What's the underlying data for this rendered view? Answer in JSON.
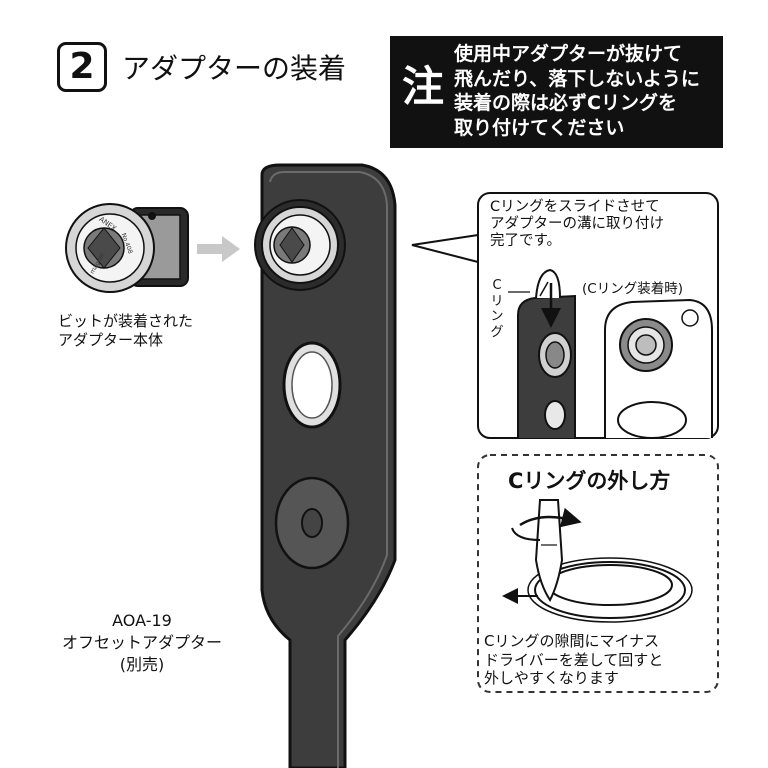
{
  "header": {
    "step_number": "2",
    "step_title": "アダプターの装着"
  },
  "warning": {
    "mark": "注",
    "lines": [
      "使用中アダプターが抜けて",
      "飛んだり、落下しないように",
      "装着の際は必ずCリングを",
      "取り付けてください"
    ]
  },
  "installed_adapter": {
    "lines": [
      "ビットが装着された",
      "アダプター本体"
    ],
    "engraving": [
      "ANEX",
      "No.408",
      "magnet"
    ]
  },
  "slide_callout": {
    "lines": [
      "Cリングをスライドさせて",
      "アダプターの溝に取り付け",
      "完了です。"
    ],
    "c_ring_label": [
      "C",
      "リ",
      "ン",
      "グ"
    ],
    "installed_caption": "(Cリング装着時)"
  },
  "removal": {
    "title": "Cリングの外し方",
    "lines": [
      "Cリングの隙間にマイナス",
      "ドライバーを差して回すと",
      "外しやすくなります"
    ]
  },
  "product": {
    "lines": [
      "AOA-19",
      "オフセットアダプター",
      "(別売)"
    ]
  },
  "colors": {
    "plate": "#3d3d3d",
    "plate_edge": "#1a1a1a",
    "arrow_gray": "#c8c8c8",
    "warning_bg": "#111111",
    "dashed_border": "#333333"
  }
}
